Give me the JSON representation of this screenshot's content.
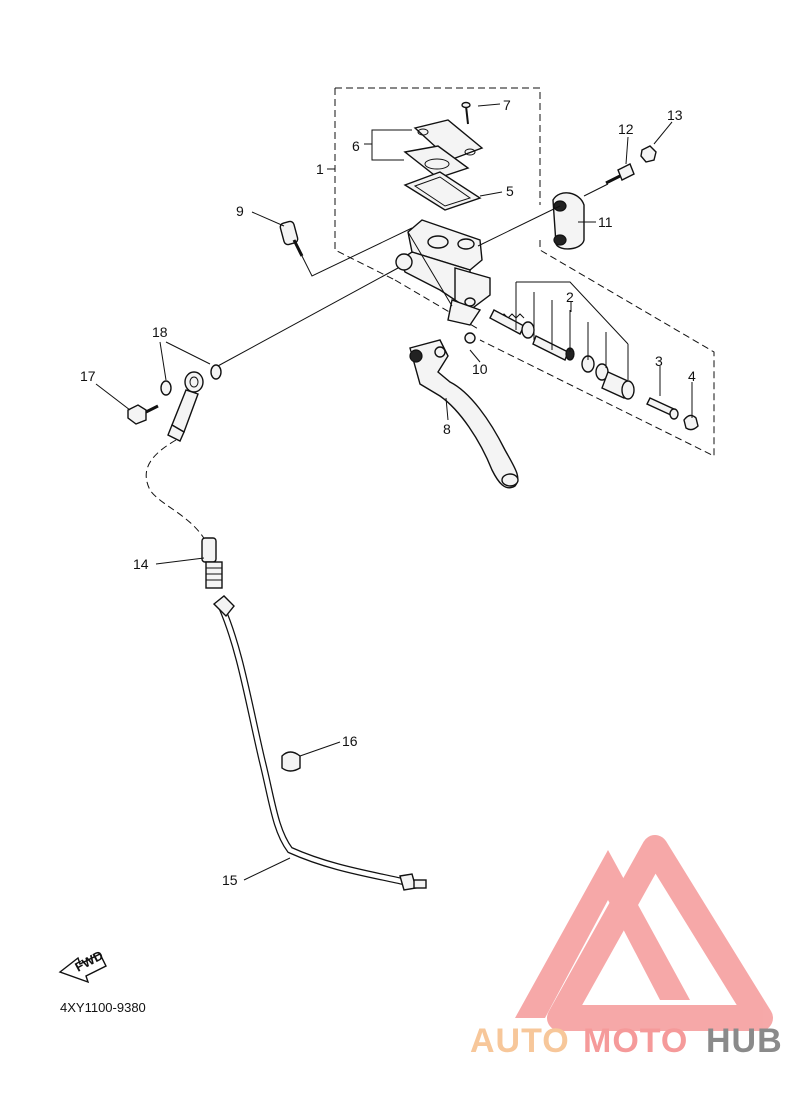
{
  "diagram": {
    "callouts": [
      "1",
      "2",
      "3",
      "4",
      "5",
      "6",
      "7",
      "8",
      "9",
      "10",
      "11",
      "12",
      "13",
      "14",
      "15",
      "16",
      "17",
      "18"
    ],
    "fwd_label": "FWD",
    "part_code": "4XY1100-9380"
  },
  "watermark": {
    "part1": "AUTO",
    "part2": "MOTO",
    "part3": "HUB",
    "colors": {
      "auto": "#f7c79a",
      "moto": "#f59a9a",
      "hub": "#8a8a8a",
      "logo": "#f59a9a"
    }
  }
}
